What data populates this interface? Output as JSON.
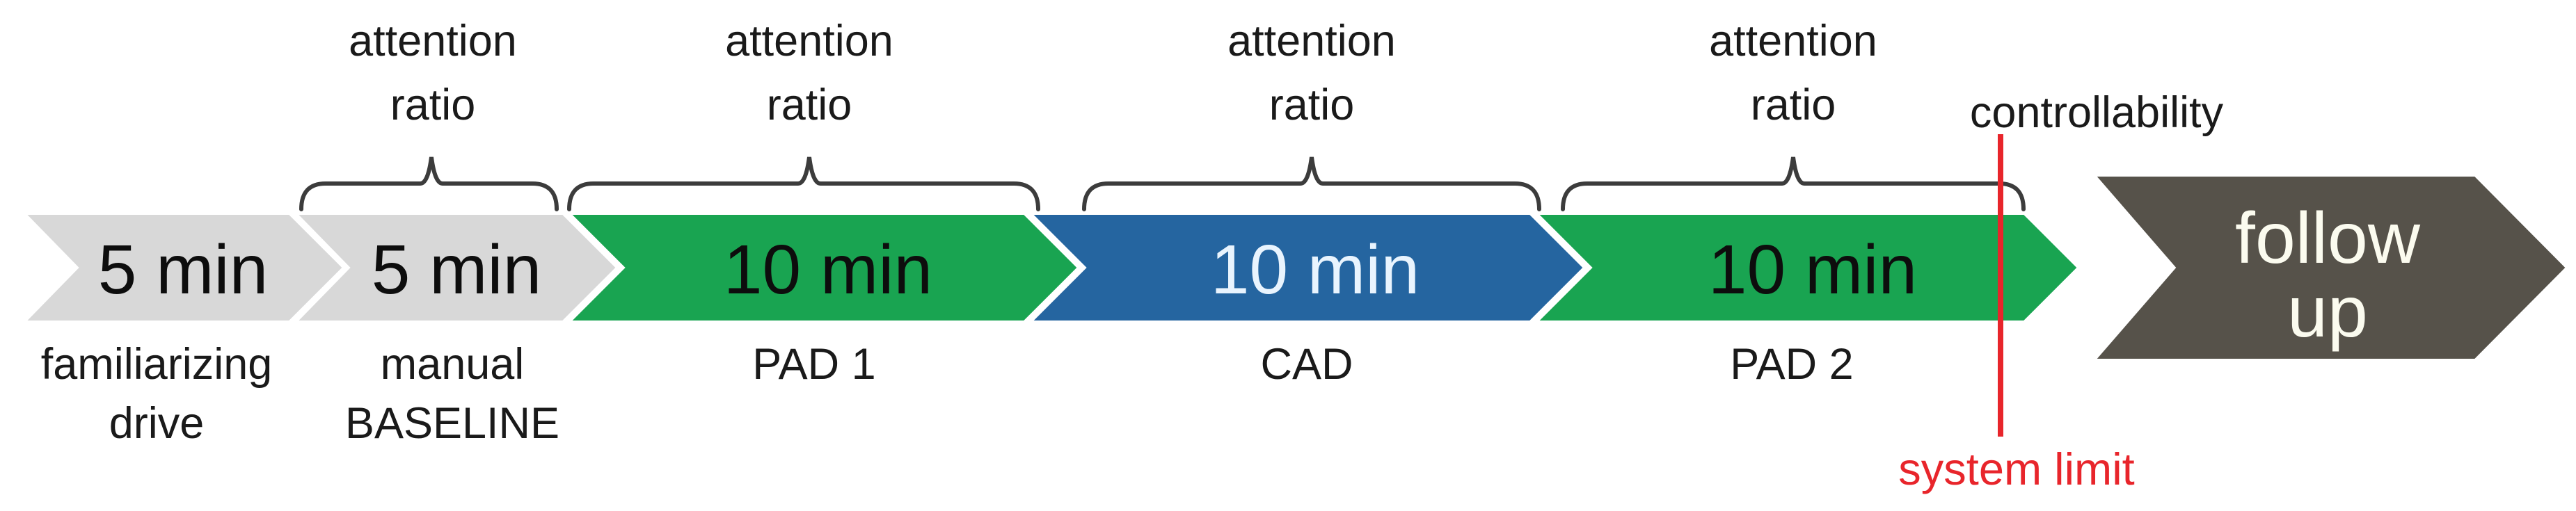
{
  "colors": {
    "gray": "#d8d8d8",
    "green": "#19a451",
    "blue": "#2565a0",
    "dark": "#56524a",
    "red": "#e8252b",
    "bracket": "#3c3c3c",
    "text": "#1a1a1a",
    "duration_text_dark": "#0d0d0d",
    "duration_text_on_blue": "#e9f4fe",
    "followup_text": "#fbfbef"
  },
  "measure_label": {
    "line1": "attention",
    "line2": "ratio"
  },
  "phases": [
    {
      "duration": "5 min",
      "caption_line1": "familiarizing",
      "caption_line2": "drive"
    },
    {
      "duration": "5 min",
      "caption_line1": "manual",
      "caption_line2": "BASELINE"
    },
    {
      "duration": "10 min",
      "caption_line1": "PAD 1"
    },
    {
      "duration": "10 min",
      "caption_line1": "CAD"
    },
    {
      "duration": "10 min",
      "caption_line1": "PAD 2"
    }
  ],
  "followup": {
    "line1": "follow",
    "line2": "up"
  },
  "annotations": {
    "controllability": "controllability",
    "system_limit": "system limit"
  }
}
